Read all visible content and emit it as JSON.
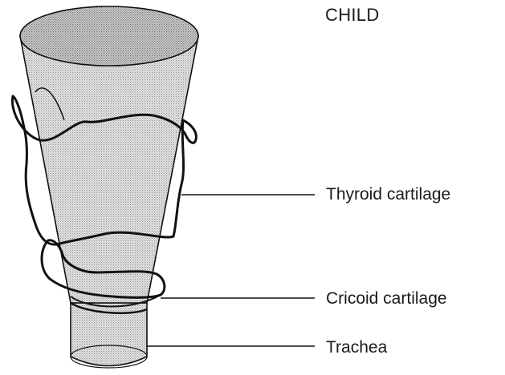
{
  "title": "CHILD",
  "labels": {
    "thyroid": "Thyroid cartilage",
    "cricoid": "Cricoid cartilage",
    "trachea": "Trachea"
  },
  "colors": {
    "fill": "#d6d6d6",
    "fill_dark": "#bdbdbd",
    "stroke": "#111111"
  }
}
